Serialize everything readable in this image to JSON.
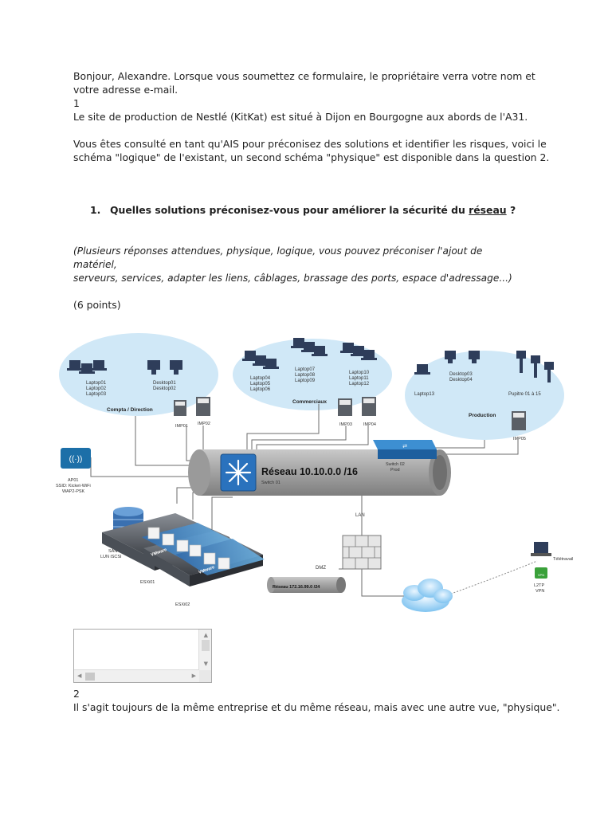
{
  "intro": {
    "line1": "Bonjour, Alexandre. Lorsque vous soumettez ce formulaire, le propriétaire verra votre nom et",
    "line2": "votre adresse e-mail.",
    "q1_number": "1",
    "site_line": "Le site de production de Nestlé (KitKat) est situé à Dijon en Bourgogne aux abords de l'A31.",
    "consult_line1": "Vous êtes consulté en tant qu'AIS pour préconisez des solutions et identifier les risques, voici le",
    "consult_line2": "schéma \"logique\" de l'existant, un second schéma \"physique\" est disponible dans la question 2."
  },
  "question1": {
    "number": "1.",
    "text_before": "Quelles solutions préconisez-vous pour améliorer la sécurité du ",
    "text_underlined": "réseau",
    "text_after": " ?",
    "hint_line1": "(Plusieurs réponses attendues, physique, logique, vous pouvez préconiser l'ajout de matériel,",
    "hint_line2": "serveurs, services, adapter les liens, câblages, brassage des ports, espace d'adressage...)",
    "points": "(6 points)"
  },
  "question2": {
    "number": "2",
    "text": "Il s'agit toujours de la même entreprise et du même réseau, mais avec une autre vue, \"physique\"."
  },
  "diagram": {
    "compta": {
      "title": "Compta / Direction",
      "laptops": [
        "Laptop01",
        "Laptop02",
        "Laptop03"
      ],
      "desktops": [
        "Desktop01",
        "Desktop02"
      ],
      "printers": [
        "IMP01",
        "IMP02"
      ]
    },
    "commerciaux": {
      "title": "Commerciaux",
      "col1": [
        "Laptop04",
        "Laptop05",
        "Laptop06"
      ],
      "col2": [
        "Laptop07",
        "Laptop08",
        "Laptop09"
      ],
      "col3": [
        "Laptop10",
        "Laptop11",
        "Laptop12"
      ],
      "printers": [
        "IMP03",
        "IMP04"
      ]
    },
    "production": {
      "title": "Production",
      "laptop": "Laptop13",
      "desktops": [
        "Desktop03",
        "Desktop04"
      ],
      "pupitres": "Pupitre 01 à 15",
      "printer": "IMP05"
    },
    "ap": {
      "name": "AP01",
      "ssid": "SSID: Kicket-WiFi",
      "security": "WAP2-PSK"
    },
    "network": {
      "label": "Réseau 10.10.0.0 /16",
      "switch01": "Switch 01",
      "switch02_line1": "Switch 02",
      "switch02_line2": "Prod"
    },
    "san": {
      "line1": "SAN",
      "line2": "LUN iSCSI"
    },
    "esxi": [
      "ESXi01",
      "ESXi02"
    ],
    "vmware": "VMware",
    "lan": "LAN",
    "dmz": "DMZ",
    "dmz_network": "Réseau 172.16.99.0 /24",
    "teletravail": "Télétravail",
    "vpn_line1": "L2TP",
    "vpn_line2": "VPN",
    "vpn_badge": "VPN"
  }
}
